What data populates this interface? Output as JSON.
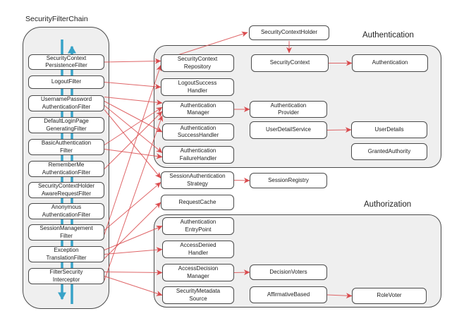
{
  "diagram": {
    "title": "SecurityFilterChain",
    "group_labels": {
      "authentication": "Authentication",
      "authorization": "Authorization"
    },
    "nodes": {
      "scpf": [
        "SecurityContext",
        "PersistenceFilter"
      ],
      "lf": [
        "LogoutFilter"
      ],
      "upaf": [
        "UsernamePassword",
        "AuthenticationFilter"
      ],
      "dlpgf": [
        "DefaultLoginPage",
        "GeneratingFilter"
      ],
      "baf": [
        "BasicAuthentication",
        "Filter"
      ],
      "rmaf": [
        "RememberMe",
        "AuthenticationFilter"
      ],
      "schar": [
        "SecurityContextHolder",
        "AwareRequestFilter"
      ],
      "anaf": [
        "Anonymous",
        "AuthenticationFilter"
      ],
      "smf": [
        "SessionManagement",
        "Filter"
      ],
      "etf": [
        "Exception",
        "TranslationFilter"
      ],
      "fsi": [
        "FilterSecurity",
        "Interceptor"
      ],
      "sch": [
        "SecurityContextHolder"
      ],
      "scr": [
        "SecurityContext",
        "Repository"
      ],
      "lsh": [
        "LogoutSuccess",
        "Handler"
      ],
      "am": [
        "Authentication",
        "Manager"
      ],
      "ash": [
        "Authentication",
        "SuccessHandler"
      ],
      "afh": [
        "Authentication",
        "FailureHandler"
      ],
      "sc": [
        "SecurityContext"
      ],
      "ap": [
        "Authentication",
        "Provider"
      ],
      "uds": [
        "UserDetailService"
      ],
      "auth": [
        "Authentication"
      ],
      "ud": [
        "UserDetails"
      ],
      "ga": [
        "GrantedAuthority"
      ],
      "sas": [
        "SessionAuthentication",
        "Strategy"
      ],
      "sr": [
        "SessionRegistry"
      ],
      "rc": [
        "RequestCache"
      ],
      "aep": [
        "Authentication",
        "EntryPoint"
      ],
      "adh": [
        "AccessDenied",
        "Handler"
      ],
      "adm": [
        "AccessDecision",
        "Manager"
      ],
      "sms": [
        "SecurityMetadata",
        "Source"
      ],
      "dv": [
        "DecisionVoters"
      ],
      "ab": [
        "AffirmativeBased"
      ],
      "rv": [
        "RoleVoter"
      ]
    },
    "edges": [
      [
        "scpf",
        "scr"
      ],
      [
        "lf",
        "lsh"
      ],
      [
        "upaf",
        "am"
      ],
      [
        "upaf",
        "ash"
      ],
      [
        "upaf",
        "afh"
      ],
      [
        "upaf",
        "sas"
      ],
      [
        "baf",
        "am"
      ],
      [
        "baf",
        "afh"
      ],
      [
        "rmaf",
        "am"
      ],
      [
        "smf",
        "sas"
      ],
      [
        "smf",
        "scr"
      ],
      [
        "etf",
        "aep"
      ],
      [
        "etf",
        "adh"
      ],
      [
        "etf",
        "rc"
      ],
      [
        "fsi",
        "adm"
      ],
      [
        "fsi",
        "sms"
      ],
      [
        "fsi",
        "am"
      ],
      [
        "scr",
        "sch"
      ],
      [
        "sch",
        "sc"
      ],
      [
        "sc",
        "auth"
      ],
      [
        "am",
        "ap"
      ],
      [
        "uds",
        "ud"
      ],
      [
        "sas",
        "sr"
      ],
      [
        "adm",
        "dv"
      ],
      [
        "ab",
        "rv"
      ]
    ],
    "colors": {
      "relation_arrow": "#d94b4e",
      "flow_arrow": "#38a3c8",
      "container_fill": "#efefef",
      "box_border": "#4a4a4a",
      "text": "#1c1c1c"
    }
  }
}
